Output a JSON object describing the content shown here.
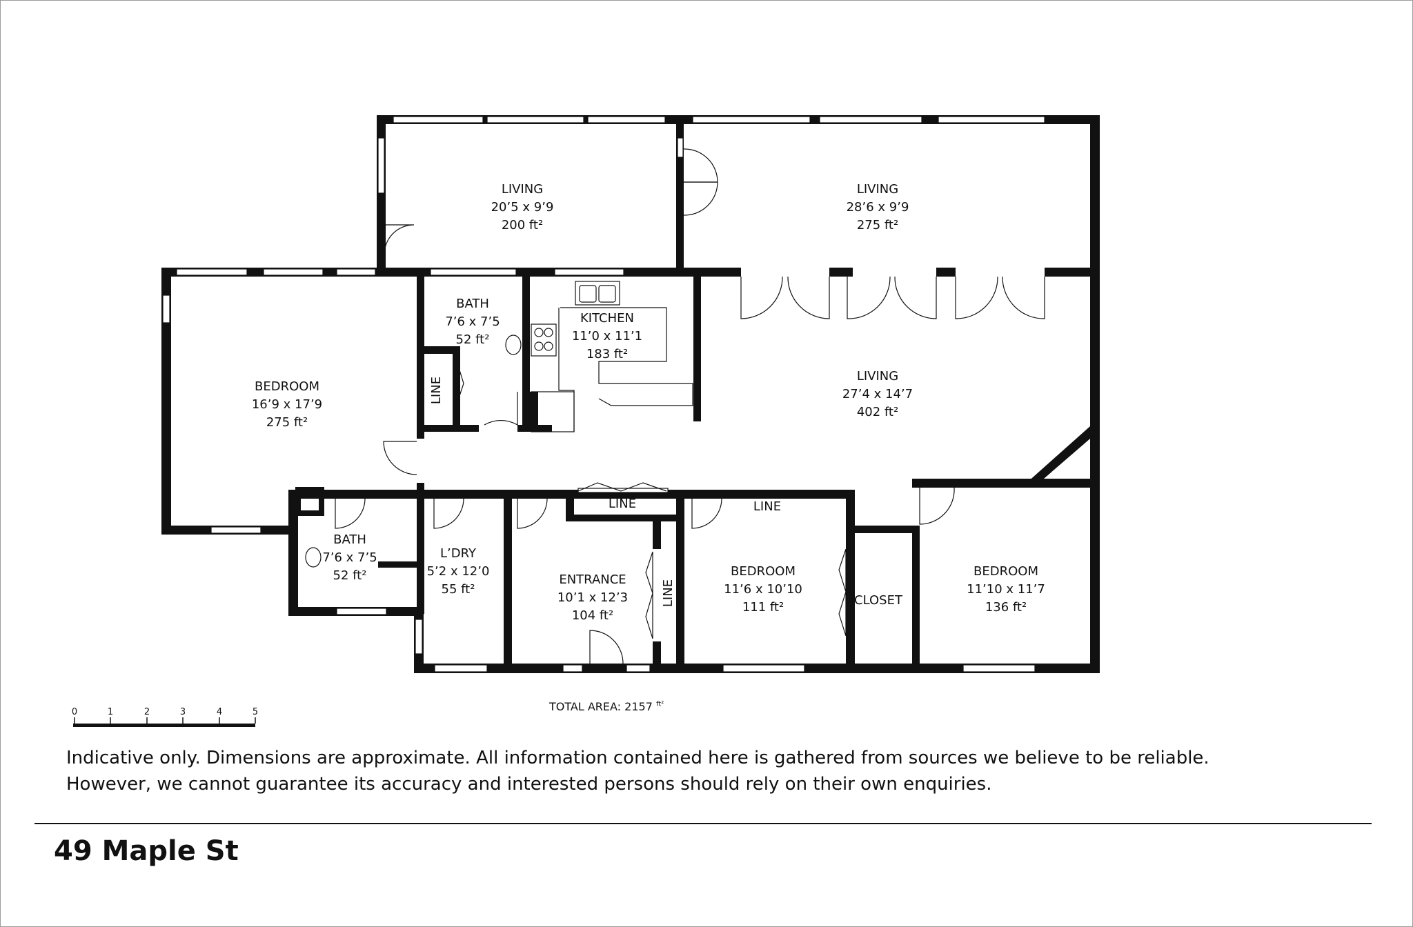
{
  "rooms": {
    "living_1": {
      "name": "LIVING",
      "dims": "20’5 x 9’9",
      "area": "200 ft²"
    },
    "living_2": {
      "name": "LIVING",
      "dims": "28’6 x 9’9",
      "area": "275 ft²"
    },
    "bath_1": {
      "name": "BATH",
      "dims": "7’6 x 7’5",
      "area": "52 ft²"
    },
    "kitchen": {
      "name": "KITCHEN",
      "dims": "11’0 x 11’1",
      "area": "183 ft²"
    },
    "bedroom_1": {
      "name": "BEDROOM",
      "dims": "16’9 x 17’9",
      "area": "275 ft²"
    },
    "living_3": {
      "name": "LIVING",
      "dims": "27’4 x 14’7",
      "area": "402 ft²"
    },
    "bath_2": {
      "name": "BATH",
      "dims": "7’6 x 7’5",
      "area": "52 ft²"
    },
    "laundry": {
      "name": "L’DRY",
      "dims": "5’2 x 12’0",
      "area": "55 ft²"
    },
    "entrance": {
      "name": "ENTRANCE",
      "dims": "10’1 x 12’3",
      "area": "104 ft²"
    },
    "bedroom_2": {
      "name": "BEDROOM",
      "dims": "11’6 x 10’10",
      "area": "111 ft²"
    },
    "bedroom_3": {
      "name": "BEDROOM",
      "dims": "11’10 x 11’7",
      "area": "136 ft²"
    }
  },
  "labels": {
    "line_bath": "LINE",
    "line_entrance_top": "LINE",
    "line_entrance_side": "LINE",
    "line_bedroom": "LINE",
    "closet": "CLOSET"
  },
  "scale": {
    "ticks": [
      "0",
      "1",
      "2",
      "3",
      "4",
      "5"
    ]
  },
  "total_area": {
    "label": "TOTAL AREA:",
    "value": "2157",
    "unit": "ft²"
  },
  "disclaimer": {
    "line1": "Indicative only. Dimensions are approximate. All information contained here is gathered from sources we believe to be reliable.",
    "line2": "However, we cannot guarantee its accuracy and interested persons should rely on their own enquiries."
  },
  "address": "49 Maple St",
  "colors": {
    "wall": "#111111",
    "window": "#ffffff",
    "background": "#ffffff"
  }
}
